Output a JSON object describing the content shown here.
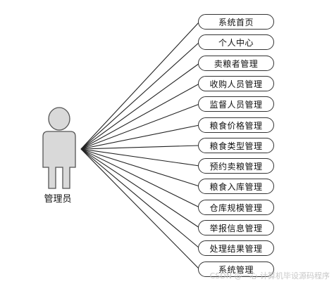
{
  "actor": {
    "label": "管理员"
  },
  "functions": [
    {
      "label": "系统首页"
    },
    {
      "label": "个人中心"
    },
    {
      "label": "卖粮者管理"
    },
    {
      "label": "收购人员管理"
    },
    {
      "label": "监督人员管理"
    },
    {
      "label": "粮食价格管理"
    },
    {
      "label": "粮食类型管理"
    },
    {
      "label": "预约卖粮管理"
    },
    {
      "label": "粮食入库管理"
    },
    {
      "label": "仓库规模管理"
    },
    {
      "label": "举报信息管理"
    },
    {
      "label": "处理结果管理"
    },
    {
      "label": "系统管理"
    }
  ],
  "watermark": "CSDN @一心 计算机毕设源码程序"
}
